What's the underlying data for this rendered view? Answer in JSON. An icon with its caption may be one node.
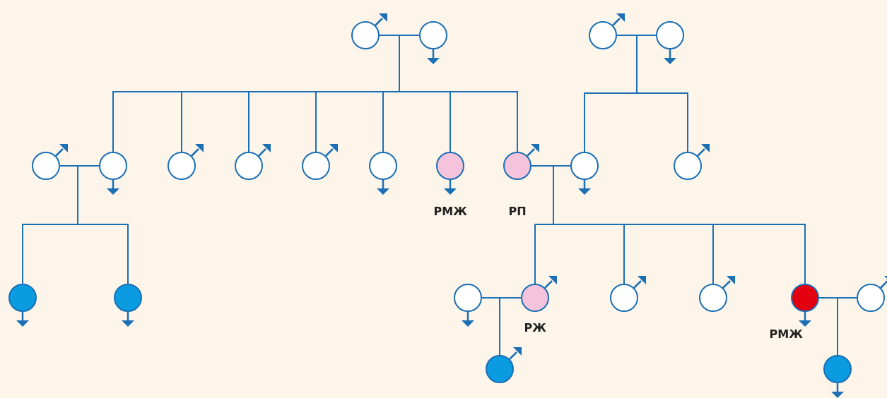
{
  "diagram": {
    "nodes": [
      {
        "text": [],
        "shape": "circle"
      },
      {
        "text": [],
        "shape": "circle"
      },
      {
        "text": [],
        "shape": "circle"
      },
      {
        "text": [],
        "shape": "circle"
      },
      {
        "text": [],
        "shape": "circle"
      },
      {
        "text": [],
        "shape": "circle"
      },
      {
        "text": [],
        "shape": "circle"
      },
      {
        "text": [],
        "shape": "circle"
      },
      {
        "text": [],
        "shape": "circle"
      },
      {
        "text": [],
        "shape": "circle"
      },
      {
        "text": [],
        "shape": "circle",
        "beside": [
          "РМЖ"
        ]
      },
      {
        "text": [],
        "shape": "circle",
        "beside": [
          "РП"
        ]
      },
      {
        "text": [],
        "shape": "circle"
      },
      {
        "text": [],
        "shape": "circle"
      },
      {
        "text": [],
        "shape": "circle"
      },
      {
        "text": [],
        "shape": "circle"
      },
      {
        "text": [],
        "shape": "circle"
      },
      {
        "text": [],
        "shape": "circle",
        "beside": [
          "РЖ"
        ]
      },
      {
        "text": [],
        "shape": "circle"
      },
      {
        "text": [],
        "shape": "circle"
      },
      {
        "text": [],
        "shape": "circle",
        "beside": [
          "РМЖ"
        ]
      },
      {
        "text": [],
        "shape": "circle"
      },
      {
        "text": [],
        "shape": "circle"
      },
      {
        "text": [],
        "shape": "circle"
      }
    ],
    "edges": [
      {
        "from": 0,
        "to": 1,
        "arrow": "none"
      },
      {
        "from": 0,
        "to": 5,
        "arrow": "none"
      },
      {
        "from": 0,
        "to": 6,
        "arrow": "none"
      },
      {
        "from": 0,
        "to": 7,
        "arrow": "none"
      },
      {
        "from": 0,
        "to": 8,
        "arrow": "none"
      },
      {
        "from": 0,
        "to": 9,
        "arrow": "none"
      },
      {
        "from": 0,
        "to": 10,
        "arrow": "none"
      },
      {
        "from": 0,
        "to": 11,
        "arrow": "none"
      },
      {
        "from": 1,
        "to": 5,
        "arrow": "none"
      },
      {
        "from": 1,
        "to": 6,
        "arrow": "none"
      },
      {
        "from": 1,
        "to": 7,
        "arrow": "none"
      },
      {
        "from": 1,
        "to": 8,
        "arrow": "none"
      },
      {
        "from": 1,
        "to": 9,
        "arrow": "none"
      },
      {
        "from": 1,
        "to": 10,
        "arrow": "none"
      },
      {
        "from": 1,
        "to": 11,
        "arrow": "none"
      },
      {
        "from": 2,
        "to": 3,
        "arrow": "none"
      },
      {
        "from": 2,
        "to": 12,
        "arrow": "none"
      },
      {
        "from": 2,
        "to": 13,
        "arrow": "none"
      },
      {
        "from": 3,
        "to": 12,
        "arrow": "none"
      },
      {
        "from": 3,
        "to": 13,
        "arrow": "none"
      },
      {
        "from": 4,
        "to": 5,
        "arrow": "none"
      },
      {
        "from": 4,
        "to": 14,
        "arrow": "none"
      },
      {
        "from": 4,
        "to": 15,
        "arrow": "none"
      },
      {
        "from": 5,
        "to": 14,
        "arrow": "none"
      },
      {
        "from": 5,
        "to": 15,
        "arrow": "none"
      },
      {
        "from": 11,
        "to": 12,
        "arrow": "none"
      },
      {
        "from": 11,
        "to": 17,
        "arrow": "none"
      },
      {
        "from": 11,
        "to": 18,
        "arrow": "none"
      },
      {
        "from": 11,
        "to": 19,
        "arrow": "none"
      },
      {
        "from": 11,
        "to": 20,
        "arrow": "none"
      },
      {
        "from": 12,
        "to": 17,
        "arrow": "none"
      },
      {
        "from": 12,
        "to": 18,
        "arrow": "none"
      },
      {
        "from": 12,
        "to": 19,
        "arrow": "none"
      },
      {
        "from": 12,
        "to": 20,
        "arrow": "none"
      },
      {
        "from": 16,
        "to": 17,
        "arrow": "none"
      },
      {
        "from": 16,
        "to": 22,
        "arrow": "none"
      },
      {
        "from": 17,
        "to": 22,
        "arrow": "none"
      },
      {
        "from": 20,
        "to": 21,
        "arrow": "none"
      },
      {
        "from": 20,
        "to": 23,
        "arrow": "none"
      },
      {
        "from": 21,
        "to": 23,
        "arrow": "none"
      }
    ]
  }
}
